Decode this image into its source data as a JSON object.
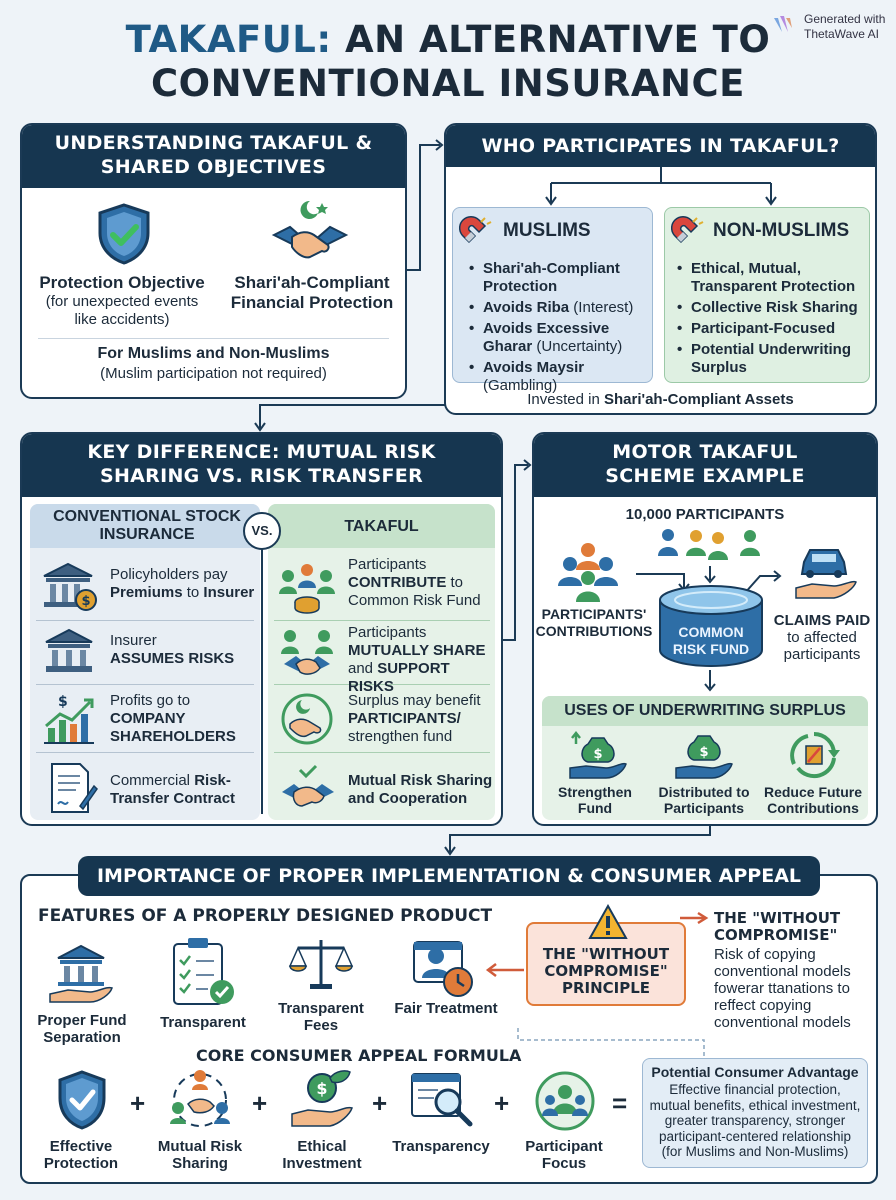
{
  "header": {
    "title_hl": "TAKAFUL:",
    "title_rest": " AN ALTERNATIVE TO",
    "title_line2": "CONVENTIONAL INSURANCE",
    "badge_line1": "Generated with",
    "badge_line2": "ThetaWave AI"
  },
  "understanding": {
    "heading": "UNDERSTANDING TAKAFUL & SHARED OBJECTIVES",
    "protection_title": "Protection Objective",
    "protection_desc": "(for unexpected events like accidents)",
    "sharia_title": "Shari'ah-Compliant Financial Protection",
    "for_all": "For Muslims and Non-Muslims",
    "for_all_note": "(Muslim participation not required)"
  },
  "participants": {
    "heading": "WHO PARTICIPATES IN TAKAFUL?",
    "muslims_title": "MUSLIMS",
    "muslims_items": [
      {
        "b": "Shari'ah-Compliant Protection",
        "n": ""
      },
      {
        "b": "Avoids Riba",
        "n": " (Interest)"
      },
      {
        "b": "Avoids Excessive Gharar",
        "n": " (Uncertainty)"
      },
      {
        "b": "Avoids Maysir",
        "n": " (Gambling)"
      }
    ],
    "nonmuslims_title": "NON-MUSLIMS",
    "nonmuslims_items": [
      "Ethical, Mutual, Transparent Protection",
      "Collective Risk Sharing",
      "Participant-Focused",
      "Potential Underwriting Surplus"
    ],
    "invested_prefix": "Invested in ",
    "invested_bold": "Shari'ah-Compliant Assets"
  },
  "difference": {
    "heading": "KEY DIFFERENCE: MUTUAL RISK SHARING VS. RISK TRANSFER",
    "left_title": "CONVENTIONAL STOCK INSURANCE",
    "vs": "VS.",
    "right_title": "TAKAFUL",
    "left_rows": [
      {
        "a": "Policyholders pay ",
        "b": "Premiums",
        "c": " to ",
        "d": "Insurer"
      },
      {
        "a": "Insurer ",
        "b": "ASSUMES RISKS",
        "c": "",
        "d": ""
      },
      {
        "a": "Profits go to ",
        "b": "COMPANY SHAREHOLDERS",
        "c": "",
        "d": ""
      },
      {
        "a": "Commercial ",
        "b": "Risk-Transfer Contract",
        "c": "",
        "d": ""
      }
    ],
    "right_rows": [
      {
        "a": "Participants ",
        "b": "CONTRIBUTE",
        "c": " to Common Risk Fund",
        "d": ""
      },
      {
        "a": "Participants ",
        "b": "MUTUALLY SHARE",
        "c": " and ",
        "d": "SUPPORT RISKS"
      },
      {
        "a": "Surplus may benefit ",
        "b": "PARTICIPANTS/",
        "c": " strengthen fund",
        "d": ""
      },
      {
        "a": "",
        "b": "Mutual Risk Sharing and Cooperation",
        "c": "",
        "d": ""
      }
    ]
  },
  "motor": {
    "heading": "MOTOR TAKAFUL SCHEME EXAMPLE",
    "participants_count": "10,000 PARTICIPANTS",
    "contributions": "PARTICIPANTS' CONTRIBUTIONS",
    "fund": "COMMON RISK FUND",
    "claims_bold": "CLAIMS PAID",
    "claims_rest": "to affected participants",
    "surplus_title": "USES OF UNDERWRITING SURPLUS",
    "surplus_uses": [
      "Strengthen Fund",
      "Distributed to Participants",
      "Reduce Future Contributions"
    ]
  },
  "importance": {
    "heading": "IMPORTANCE OF PROPER IMPLEMENTATION & CONSUMER APPEAL",
    "features_title": "FEATURES OF A PROPERLY DESIGNED PRODUCT",
    "features": [
      "Proper Fund Separation",
      "Transparent",
      "Transparent Fees",
      "Fair Treatment"
    ],
    "principle": "THE \"WITHOUT COMPROMISE\" PRINCIPLE",
    "note_title": "THE \"WITHOUT COMPROMISE\"",
    "note_body": "Risk of copying conventional models fowerar ttanations to reffect copying conventional models",
    "formula_title": "CORE CONSUMER APPEAL FORMULA",
    "formula": [
      "Effective Protection",
      "Mutual Risk Sharing",
      "Ethical Investment",
      "Transparency",
      "Participant Focus"
    ],
    "advantage_title": "Potential Consumer Advantage",
    "advantage_body": "Effective financial protection, mutual benefits, ethical investment, greater transparency, stronger participant-centered relationship (for Muslims and Non-Muslims)"
  },
  "colors": {
    "navy": "#163650",
    "blue": "#1f5a86",
    "green": "#3f9b5e",
    "orange": "#e07b39",
    "lightblue": "#dbe7f3",
    "lightgreen": "#dff0e2"
  }
}
